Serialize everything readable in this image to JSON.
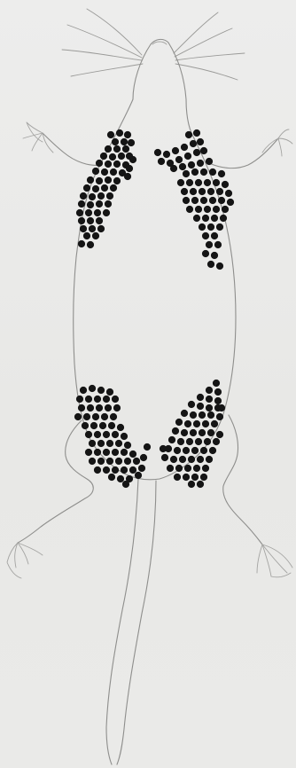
{
  "figure": {
    "subject": "mouse",
    "view": "dorsal",
    "palette": {
      "background": "#ebebea",
      "outline": "#8e8e8c",
      "spots": "#151515"
    },
    "marked_regions": [
      {
        "id": "left-shoulder",
        "label": ""
      },
      {
        "id": "right-shoulder",
        "label": ""
      },
      {
        "id": "left-hip",
        "label": ""
      },
      {
        "id": "right-hip",
        "label": ""
      }
    ]
  }
}
